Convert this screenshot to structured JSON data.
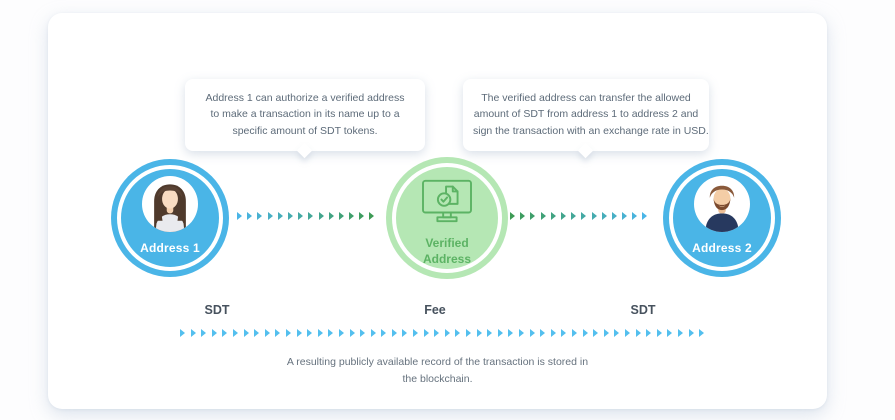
{
  "callouts": [
    {
      "lines": [
        "Address 1 can authorize a verified address",
        "to make a transaction in its name up to a",
        "specific amount of SDT tokens."
      ]
    },
    {
      "lines": [
        "The verified address can transfer the allowed",
        "amount of SDT from address 1 to address 2 and",
        "sign the transaction with an exchange rate in USD."
      ]
    }
  ],
  "nodes": {
    "address1": {
      "label": "Address 1"
    },
    "verified": {
      "label_lines": [
        "Verified",
        "Address"
      ]
    },
    "address2": {
      "label": "Address 2"
    }
  },
  "flow_labels": {
    "left": "SDT",
    "middle": "Fee",
    "right": "SDT"
  },
  "caption_lines": [
    "A resulting publicly available record of the transaction is stored in",
    "the blockchain."
  ],
  "colors": {
    "node_blue": "#4ab5e7",
    "node_green_fill": "#b5e7b4",
    "node_green_stroke": "#5cb364",
    "arrow_blue": "#4ab5e7",
    "arrow_green": "#3d9b55",
    "arrow_light_blue": "#53bfee",
    "text_dark": "#47525e",
    "text_muted": "#5d6b79"
  },
  "arrows": {
    "chain1": {
      "count": 14,
      "from": "#4ab5e7",
      "to": "#3d9b55"
    },
    "chain2": {
      "count": 14,
      "from": "#3d9b55",
      "to": "#4ab5e7"
    },
    "chain3": {
      "count": 50,
      "from": "#53bfee",
      "to": "#53bfee"
    }
  }
}
